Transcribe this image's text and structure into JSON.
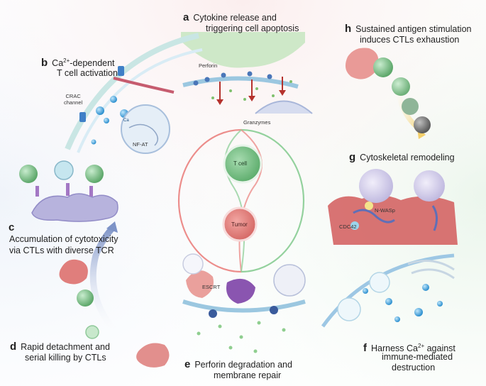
{
  "panels": {
    "a": {
      "letter": "a",
      "line1": "Cytokine release and",
      "line2": "triggering cell apoptosis"
    },
    "b": {
      "letter": "b",
      "line1_pre": "Ca",
      "line1_sup": "2+",
      "line1_post": "-dependent",
      "line2": "T cell activation"
    },
    "c": {
      "letter": "c",
      "line1": "Accumulation of cytotoxicity",
      "line2": "via CTLs with diverse TCR"
    },
    "d": {
      "letter": "d",
      "line1": "Rapid detachment and",
      "line2": "serial killing by CTLs"
    },
    "e": {
      "letter": "e",
      "line1": "Perforin degradation and",
      "line2": "membrane repair"
    },
    "f": {
      "letter": "f",
      "line1_pre": "Harness Ca",
      "line1_sup": "2+",
      "line1_post": " against",
      "line2": "immune-mediated",
      "line3": "destruction"
    },
    "g": {
      "letter": "g",
      "line1": "Cytoskeletal remodeling"
    },
    "h": {
      "letter": "h",
      "line1": "Sustained antigen stimulation",
      "line2": "induces CTLs exhaustion"
    }
  },
  "small_labels": {
    "perforin": "Perforin",
    "granzymes": "Granzymes",
    "crac_line1": "CRAC",
    "crac_line2": "channel",
    "nfat": "NF-AT",
    "escrt": "ESCRT",
    "nwasp": "N-WASp",
    "cdc42": "CDC42",
    "ca": "Ca"
  },
  "center": {
    "t_cell": "T cell",
    "tumor": "Tumor"
  },
  "colors": {
    "tcell_green": "#7cc08a",
    "tumor_red": "#e07b7b",
    "arc_red": "#e88a8a",
    "arc_green": "#8fcf9a",
    "membrane_blue": "#8ab6d6",
    "ca_blue": "#3fa0d8",
    "escrt_purple": "#8a55b0"
  }
}
